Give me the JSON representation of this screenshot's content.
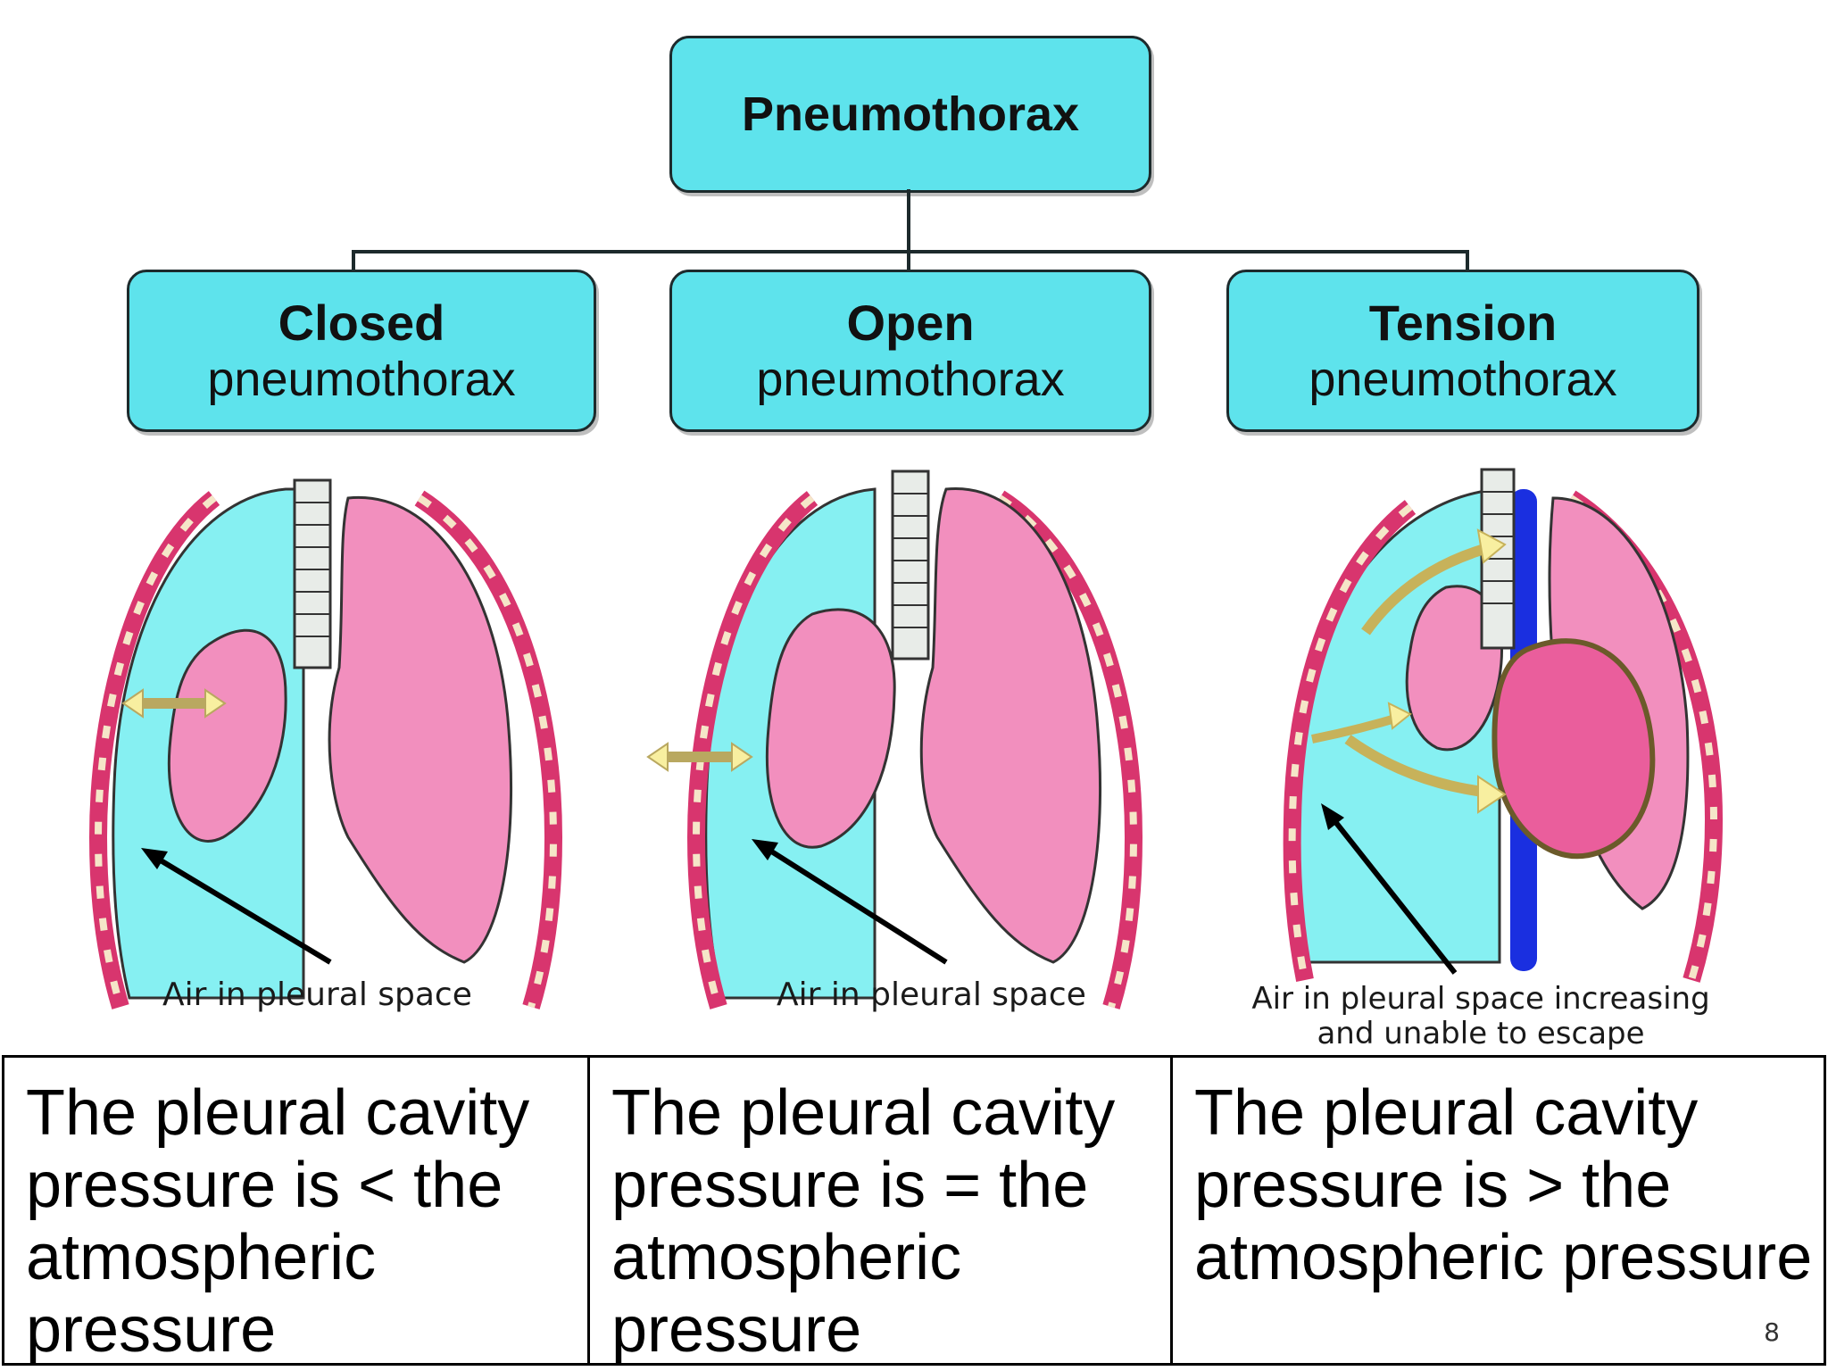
{
  "diagram": {
    "root": {
      "label": "Pneumothorax"
    },
    "types": [
      {
        "id": "closed",
        "title": "Closed",
        "subtitle": "pneumothorax",
        "image_caption": "Air in pleural space"
      },
      {
        "id": "open",
        "title": "Open",
        "subtitle": "pneumothorax",
        "image_caption": "Air in pleural space"
      },
      {
        "id": "tension",
        "title": "Tension",
        "subtitle": "pneumothorax",
        "image_caption": "Air in pleural space increasing and unable to escape"
      }
    ]
  },
  "table": {
    "cells": [
      "The pleural cavity pressure is < the atmospheric pressure",
      "The pleural cavity pressure is = the atmospheric pressure",
      "The pleural cavity pressure is > the atmospheric pressure"
    ]
  },
  "page_number": "8",
  "colors": {
    "box_fill": "#5ee3ec",
    "pleural_air": "#86f0f2",
    "lung": "#f28fbe",
    "rib": "#d8356e",
    "vein": "#1a2fe0",
    "arrow_yellow": "#f8efa0"
  },
  "icons": [
    "trachea-icon",
    "double-arrow-icon",
    "heart-icon",
    "vein-icon"
  ]
}
